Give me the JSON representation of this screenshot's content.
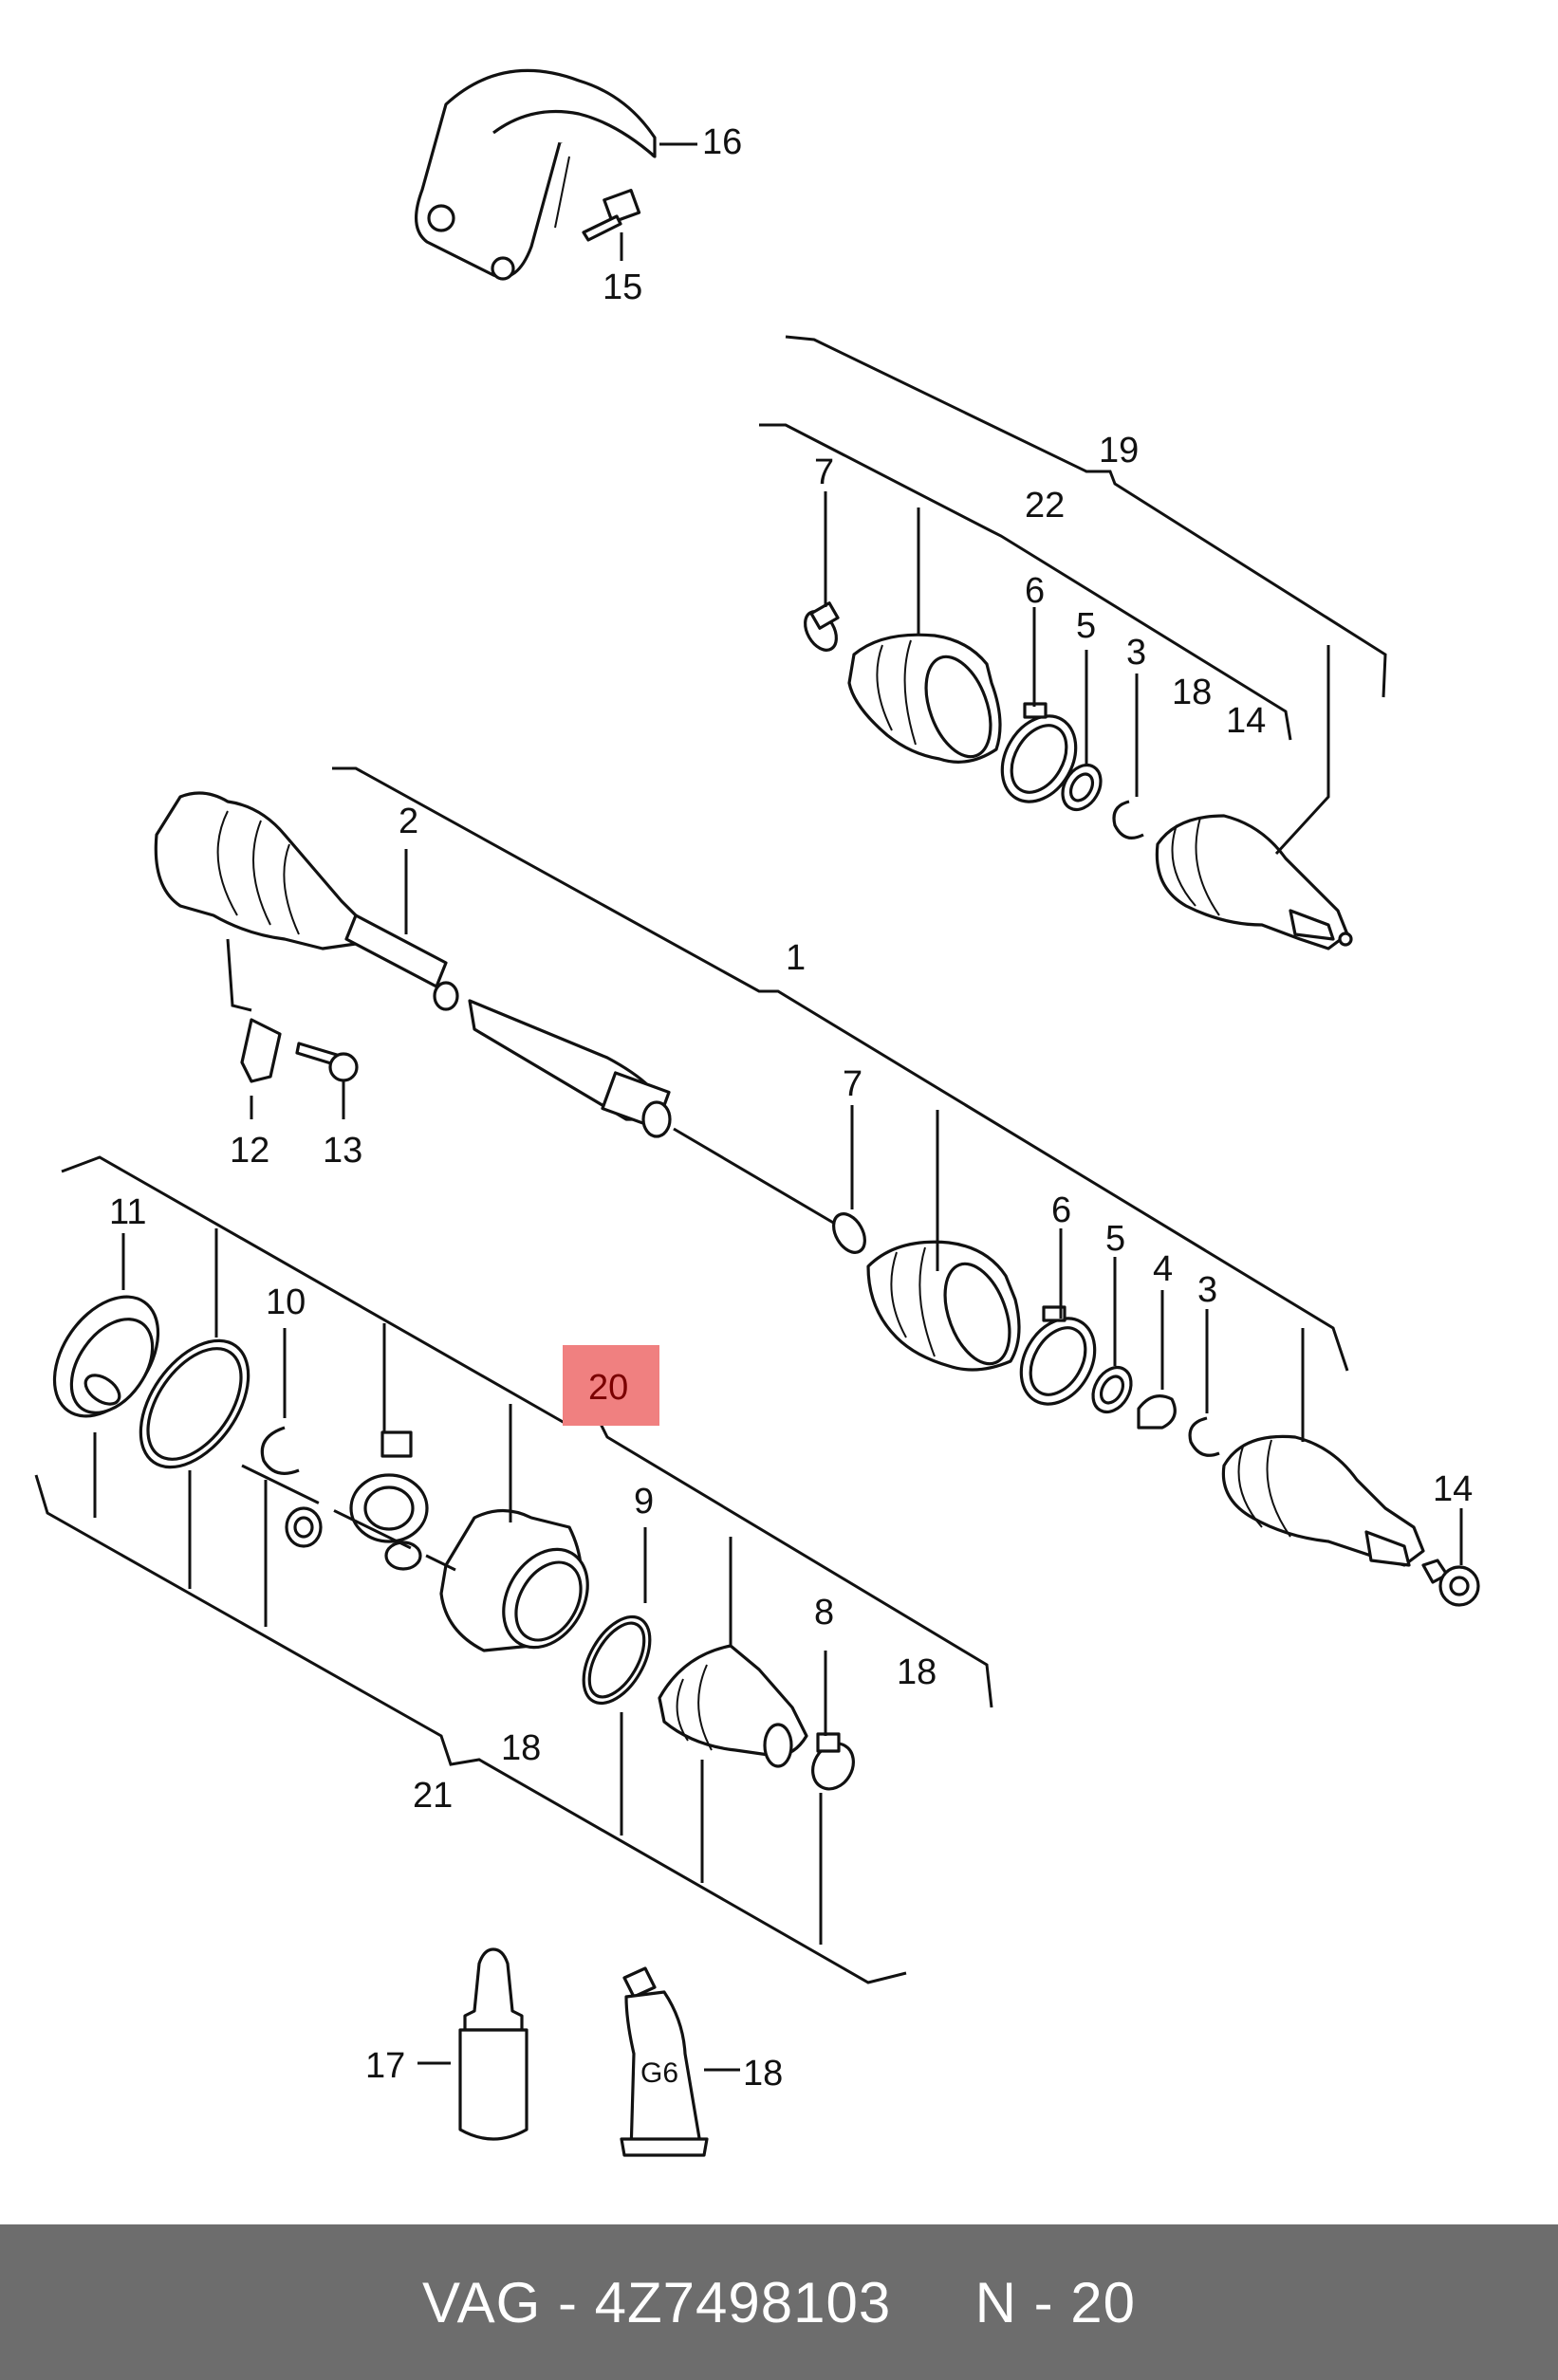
{
  "labels": {
    "p1": "1",
    "p2": "2",
    "p3a": "3",
    "p3b": "3",
    "p4": "4",
    "p5a": "5",
    "p5b": "5",
    "p6a": "6",
    "p6b": "6",
    "p7a": "7",
    "p7b": "7",
    "p8": "8",
    "p9": "9",
    "p10": "10",
    "p11": "11",
    "p12": "12",
    "p13": "13",
    "p14a": "14",
    "p14b": "14",
    "p15": "15",
    "p16": "16",
    "p17": "17",
    "p18a": "18",
    "p18b": "18",
    "p18c": "18",
    "p18d": "18",
    "p19": "19",
    "p20": "20",
    "p21": "21",
    "p22": "22"
  },
  "tube_text": "G6",
  "highlight": {
    "label": "20",
    "color": "#f08080"
  },
  "footer": {
    "brand": "VAG",
    "sep": " - ",
    "part_number": "4Z7498103",
    "gap": "     ",
    "position": "N - 20"
  }
}
